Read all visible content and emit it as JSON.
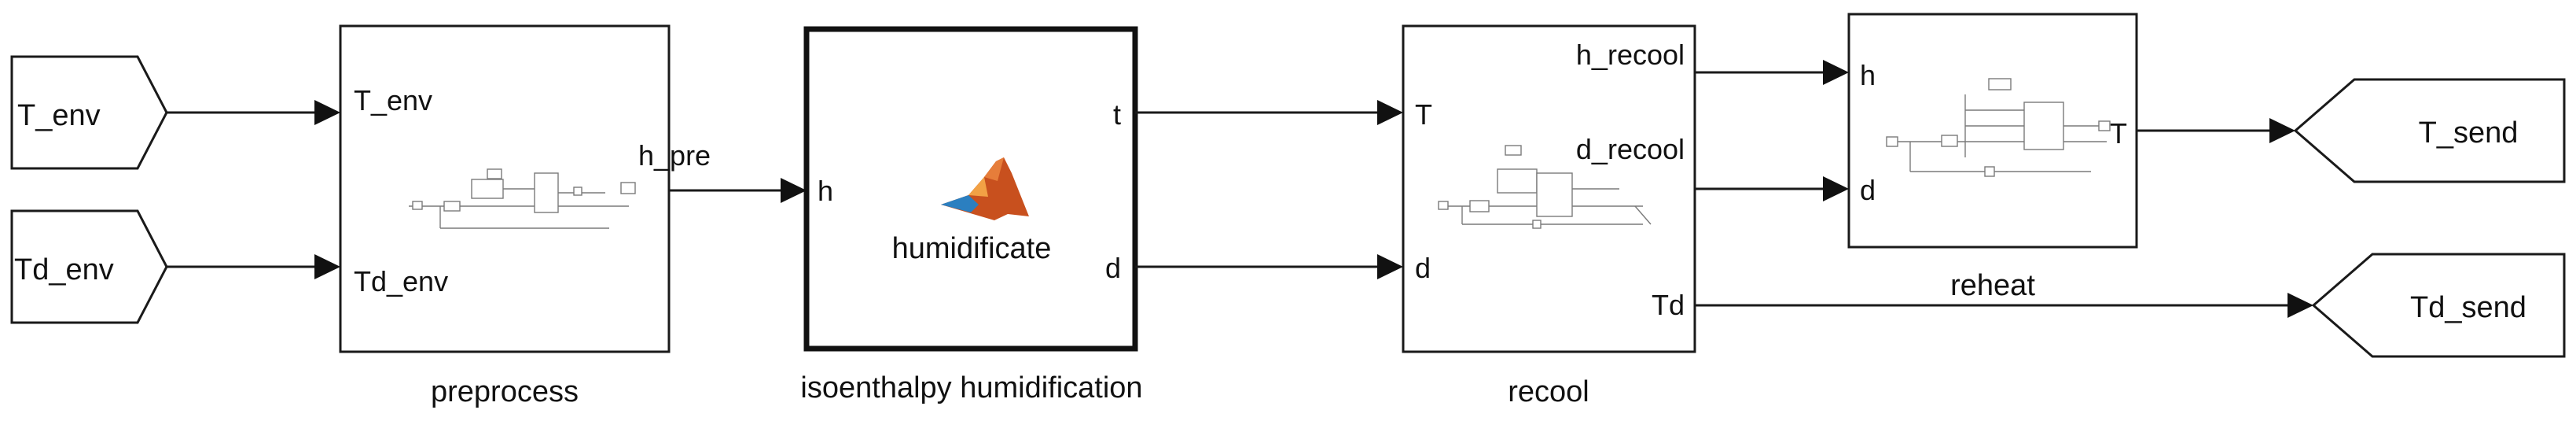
{
  "inputs": [
    {
      "label": "T_env"
    },
    {
      "label": "Td_env"
    }
  ],
  "blocks": {
    "preprocess": {
      "name": "preprocess",
      "in_ports": [
        "T_env",
        "Td_env"
      ],
      "out_ports": [
        "h_pre"
      ]
    },
    "humidification": {
      "name": "isoenthalpy humidification",
      "inner_label": "humidificate",
      "icon": "matlab-logo-icon",
      "in_ports": [
        "h"
      ],
      "out_ports": [
        "t",
        "d"
      ]
    },
    "recool": {
      "name": "recool",
      "in_ports": [
        "T",
        "d"
      ],
      "out_ports": [
        "h_recool",
        "d_recool",
        "Td"
      ]
    },
    "reheat": {
      "name": "reheat",
      "in_ports": [
        "h",
        "d"
      ],
      "out_ports": [
        "T"
      ]
    }
  },
  "outputs": [
    {
      "label": "T_send"
    },
    {
      "label": "Td_send"
    }
  ],
  "colors": {
    "line": "#1a1a1a",
    "matlab_orange": "#c8501e",
    "matlab_blue": "#2b7fc0"
  }
}
